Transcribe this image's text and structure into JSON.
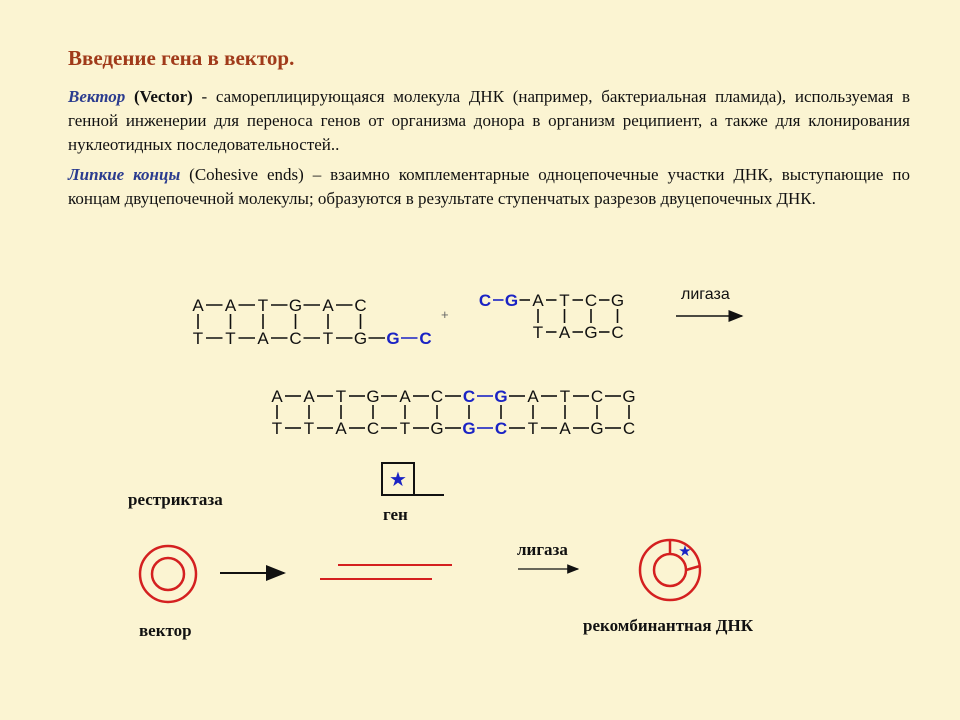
{
  "title": "Введение гена в вектор.",
  "vector_paragraph": {
    "term": "Вектор",
    "english": "(Vector)",
    "text": " - самореплицирующаяся молекула ДНК (например, бактериальная пламида), используемая в генной инженерии для переноса генов от организма донора в организм реципиент, а также для клонирования нуклеотидных последовательностей.."
  },
  "cohesive_paragraph": {
    "term": "Липкие концы",
    "text": " (Cohesive ends) – взаимно комплементарные одноцепочечные участки ДНК, выступающие по концам двуцепочечной молекулы; образуются в результате ступенчатых разрезов двуцепочечных ДНК."
  },
  "diagram": {
    "plus": "+",
    "ligase_label": "лигаза",
    "restrictase_label": "рестриктаза",
    "gene_label": "ген",
    "vector_label": "вектор",
    "ligase_label_2": "лигаза",
    "recombinant_label": "рекомбинантная ДНК",
    "fragment1": {
      "top": [
        "A",
        "A",
        "T",
        "G",
        "A",
        "C"
      ],
      "bottom": [
        "T",
        "T",
        "A",
        "C",
        "T",
        "G",
        "G",
        "C"
      ],
      "bottom_sticky": [
        "G",
        "C"
      ]
    },
    "fragment2": {
      "top": [
        "C",
        "G",
        "A",
        "T",
        "C",
        "G"
      ],
      "top_sticky": [
        "C",
        "G"
      ],
      "bottom": [
        "T",
        "A",
        "G",
        "C"
      ]
    },
    "joined": {
      "top": [
        "A",
        "A",
        "T",
        "G",
        "A",
        "C",
        "C",
        "G",
        "A",
        "T",
        "C",
        "G"
      ],
      "bottom": [
        "T",
        "T",
        "A",
        "C",
        "T",
        "G",
        "G",
        "C",
        "T",
        "A",
        "G",
        "C"
      ]
    },
    "colors": {
      "sticky": "#1a23c4",
      "circle": "#d42020",
      "title": "#a03a1a"
    }
  }
}
